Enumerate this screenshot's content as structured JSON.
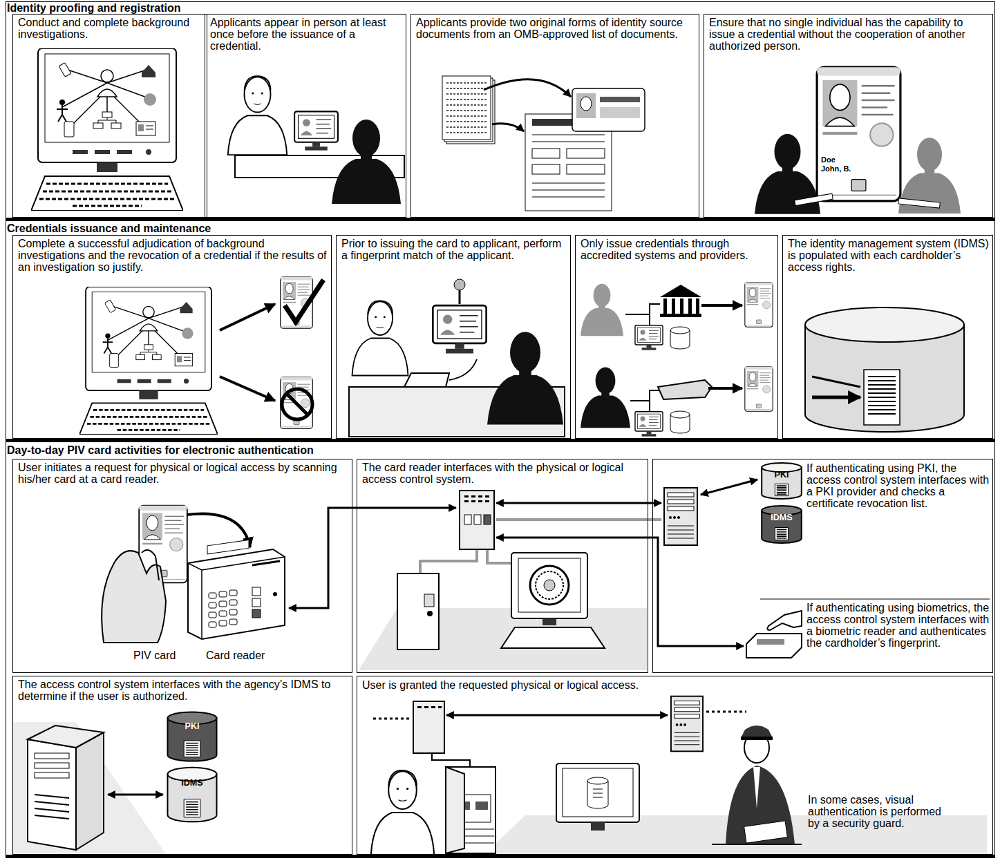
{
  "diagram": {
    "nodes": [
      {
        "text": [
          "Identity proofing and registration"
        ]
      },
      {
        "text": [
          "Conduct and complete background investigations."
        ],
        "in": 0
      },
      {
        "text": [
          "Applicants appear in person at least once before the issuance of a credential."
        ],
        "in": 0
      },
      {
        "text": [
          "Applicants provide two original forms of identity source documents from an OMB-approved list of documents."
        ],
        "in": 0
      },
      {
        "text": [
          "Ensure that no single individual has the capability to issue a credential without the cooperation of another authorized person."
        ],
        "in": 0
      },
      {
        "text": [
          "Credentials issuance and maintenance"
        ]
      },
      {
        "text": [
          "Complete a successful adjudication of background investigations and the revocation of a credential if the results of an investigation so justify."
        ],
        "in": 5
      },
      {
        "text": [
          "Prior to issuing the card to applicant, perform a fingerprint match of the applicant."
        ],
        "in": 5
      },
      {
        "text": [
          "Only issue credentials through accredited systems and providers."
        ],
        "in": 5
      },
      {
        "text": [
          "The identity management system (IDMS) is populated with each cardholder’s access rights."
        ],
        "in": 5
      },
      {
        "text": [
          "Day-to-day PIV card activities for electronic authentication"
        ]
      },
      {
        "text": [
          "User initiates a request for physical or logical access by scanning his/her card at a card reader."
        ],
        "in": 10
      },
      {
        "text": [
          "The card reader interfaces with the physical or logical access control system."
        ],
        "in": 10
      },
      {
        "text": [
          "If authenticating using PKI, the access control system interfaces with a PKI provider and checks a certificate revocation list.",
          "If authenticating using biometrics, the access control system interfaces with a biometric reader and authenticates the cardholder’s fingerprint."
        ],
        "in": 10
      },
      {
        "text": [
          "PKI"
        ],
        "in": 13
      },
      {
        "text": [
          "IDMS"
        ],
        "in": 13
      },
      {
        "text": [
          "The access control system interfaces with the agency’s IDMS to determine if the user is authorized."
        ],
        "in": 10
      },
      {
        "text": [
          "PKI"
        ],
        "in": 16
      },
      {
        "text": [
          "IDMS"
        ],
        "in": 16
      },
      {
        "text": [
          "User is granted the requested physical or logical access.",
          "In some cases, visual authentication is performed by a security guard."
        ],
        "in": 10
      }
    ],
    "labels": [
      "Doe",
      "John, B.",
      "PIV card",
      "Card reader"
    ]
  }
}
